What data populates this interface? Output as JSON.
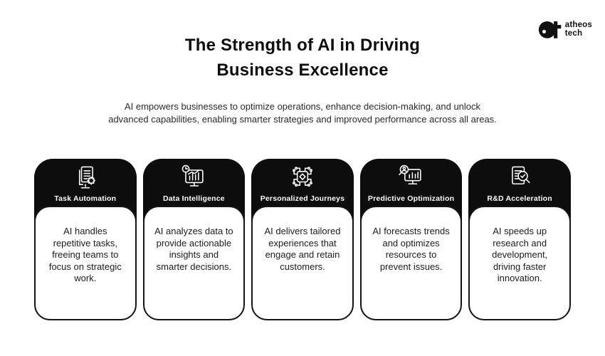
{
  "colors": {
    "background": "#ffffff",
    "card_black": "#0d0d0d",
    "text_dark": "#1c1c1c",
    "icon_stroke": "#ffffff"
  },
  "logo": {
    "mark_icon": "atheos-logo-mark",
    "line1": "atheos",
    "line2": "tech"
  },
  "header": {
    "title_line1": "The Strength of AI in Driving",
    "title_line2": "Business Excellence",
    "subtitle_line1": "AI empowers businesses to optimize operations, enhance decision-making, and unlock",
    "subtitle_line2": "advanced capabilities, enabling smarter strategies and improved performance across all areas."
  },
  "cards": [
    {
      "icon": "document-gear-icon",
      "title": "Task Automation",
      "body": "AI handles repetitive tasks, freeing teams to focus on strategic work."
    },
    {
      "icon": "chart-monitor-icon",
      "title": "Data Intelligence",
      "body": "AI analyzes data to provide actionable insights and smarter decisions."
    },
    {
      "icon": "ai-chip-icon",
      "title": "Personalized Journeys",
      "body": "AI delivers tailored experiences that engage and retain customers."
    },
    {
      "icon": "monitor-magnifier-icon",
      "title": "Predictive Optimization",
      "body": "AI forecasts trends and optimizes resources to prevent issues."
    },
    {
      "icon": "document-magnifier-icon",
      "title": "R&D Acceleration",
      "body": "AI speeds up research and development, driving faster innovation."
    }
  ]
}
